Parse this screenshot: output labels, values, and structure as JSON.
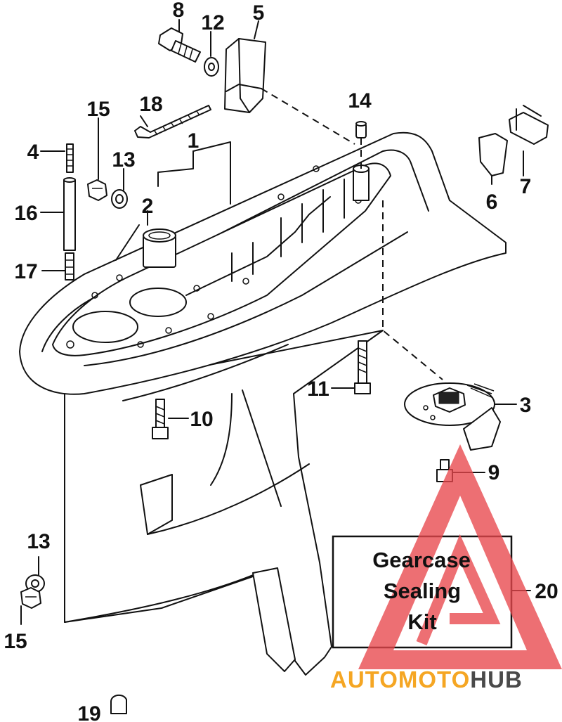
{
  "callouts": {
    "c1": "1",
    "c2": "2",
    "c3": "3",
    "c4": "4",
    "c5": "5",
    "c6": "6",
    "c7": "7",
    "c8": "8",
    "c9": "9",
    "c10": "10",
    "c11": "11",
    "c12": "12",
    "c13a": "13",
    "c13b": "13",
    "c14": "14",
    "c15a": "15",
    "c15b": "15",
    "c16": "16",
    "c17": "17",
    "c18": "18",
    "c19": "19",
    "c20": "20"
  },
  "kit_box": {
    "line1": "Gearcase",
    "line2": "Sealing",
    "line3": "Kit"
  },
  "watermark": {
    "part1": "AUTOMOTO",
    "part2": "HUB",
    "color1": "#f5a623",
    "color2": "#4a4a4a",
    "triangle_color": "#e8474c"
  }
}
